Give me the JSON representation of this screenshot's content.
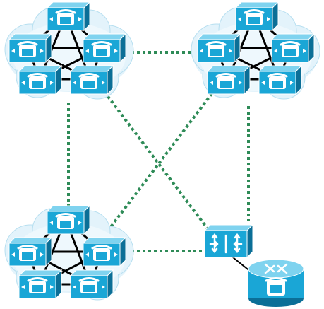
{
  "diagram": {
    "clusters": [
      {
        "id": "cluster-top-left",
        "icon": "call-manager-cluster-icon"
      },
      {
        "id": "cluster-top-right",
        "icon": "call-manager-cluster-icon"
      },
      {
        "id": "cluster-bottom-left",
        "icon": "call-manager-cluster-icon"
      }
    ],
    "devices": [
      {
        "id": "gatekeeper-switch",
        "icon": "multilayer-switch-icon"
      },
      {
        "id": "voice-router",
        "icon": "voice-router-icon"
      }
    ],
    "links": [
      {
        "from": "cluster-top-left",
        "to": "cluster-top-right",
        "style": "dotted"
      },
      {
        "from": "cluster-top-left",
        "to": "cluster-bottom-left",
        "style": "dotted"
      },
      {
        "from": "cluster-top-left",
        "to": "gatekeeper-switch",
        "style": "dotted"
      },
      {
        "from": "cluster-top-right",
        "to": "cluster-bottom-left",
        "style": "dotted"
      },
      {
        "from": "cluster-top-right",
        "to": "gatekeeper-switch",
        "style": "dotted"
      },
      {
        "from": "cluster-bottom-left",
        "to": "gatekeeper-switch",
        "style": "dotted"
      },
      {
        "from": "gatekeeper-switch",
        "to": "voice-router",
        "style": "solid"
      }
    ],
    "colors": {
      "link": "#2e8b57",
      "device_front": "#1aa6d6",
      "device_top": "#7fd3ef",
      "device_side": "#0b6f97",
      "cloud": "#e3f3fb",
      "cloud_edge": "#b7dff0"
    }
  }
}
